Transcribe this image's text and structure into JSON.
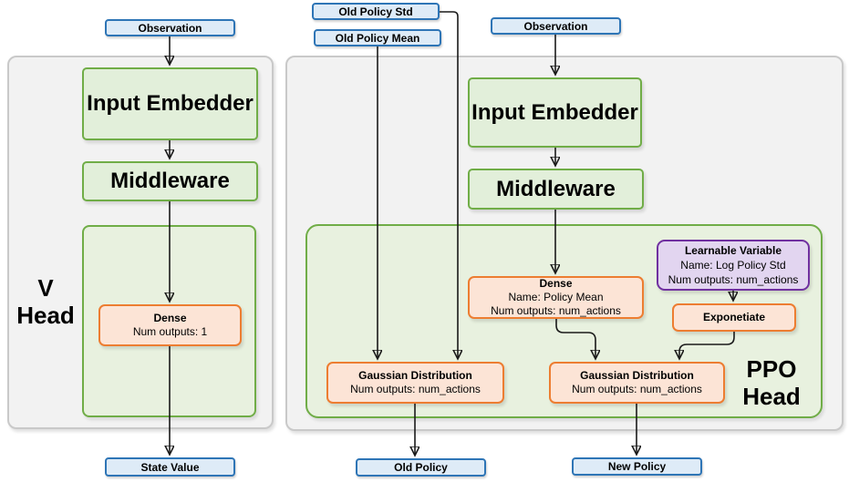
{
  "colors": {
    "io_fill": "#DEEBF7",
    "io_border": "#2E75B6",
    "nn_fill": "#E2EFDA",
    "nn_border": "#70AD47",
    "head_container_fill": "#E8F1DF",
    "op_fill": "#FCE4D6",
    "op_border": "#ED7D31",
    "var_fill": "#E2D5F0",
    "var_border": "#7030A0",
    "panel_fill": "#F2F2F2",
    "panel_border": "#C9C9C9",
    "arrow": "#1A1A1A"
  },
  "v_head": {
    "title": {
      "line1": "V",
      "line2": "Head"
    },
    "inputs": {
      "observation": "Observation"
    },
    "outputs": {
      "state_value": "State Value"
    },
    "nodes": {
      "input_embedder": "Input Embedder",
      "middleware": "Middleware",
      "dense": {
        "title": "Dense",
        "outputs": "Num outputs: 1"
      }
    }
  },
  "ppo_head": {
    "title": {
      "line1": "PPO",
      "line2": "Head"
    },
    "inputs": {
      "old_policy_std": "Old Policy Std",
      "old_policy_mean": "Old Policy Mean",
      "observation": "Observation"
    },
    "outputs": {
      "old_policy": "Old Policy",
      "new_policy": "New Policy"
    },
    "nodes": {
      "input_embedder": "Input Embedder",
      "middleware": "Middleware",
      "dense": {
        "title": "Dense",
        "name": "Name: Policy Mean",
        "outputs": "Num outputs: num_actions"
      },
      "learnable_variable": {
        "title": "Learnable Variable",
        "name": "Name: Log Policy Std",
        "outputs": "Num outputs: num_actions"
      },
      "exponetiate": "Exponetiate",
      "gaussian_old": {
        "title": "Gaussian Distribution",
        "outputs": "Num outputs: num_actions"
      },
      "gaussian_new": {
        "title": "Gaussian Distribution",
        "outputs": "Num outputs: num_actions"
      }
    }
  }
}
